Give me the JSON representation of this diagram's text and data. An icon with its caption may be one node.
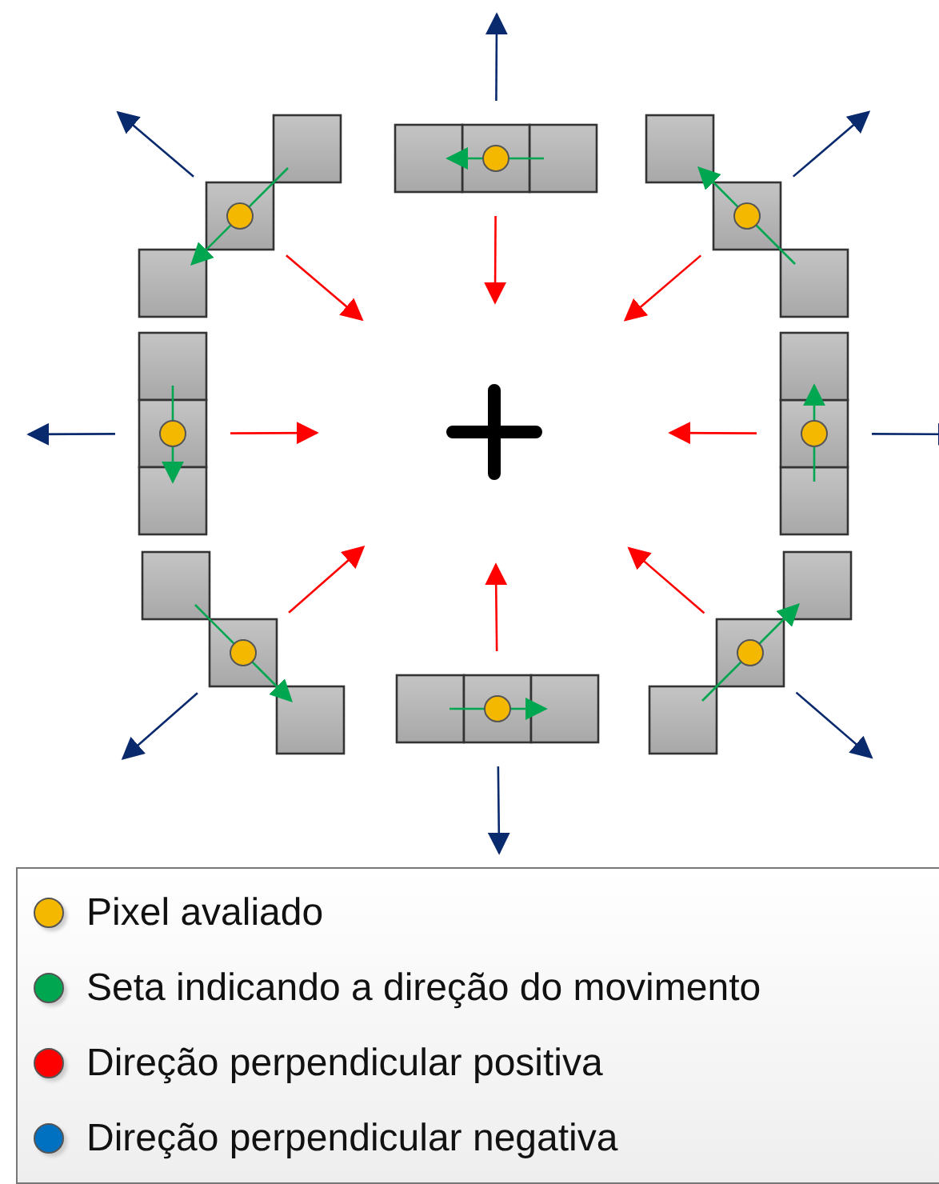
{
  "diagram": {
    "legend": [
      {
        "text": "Pixel avaliado",
        "color": "#f5b800"
      },
      {
        "text": "Seta indicando a direção do movimento",
        "color": "#00a650"
      },
      {
        "text": "Direção perpendicular positiva",
        "color": "#ff0000"
      },
      {
        "text": "Direção perpendicular negativa",
        "color": "#0070c0"
      }
    ]
  }
}
